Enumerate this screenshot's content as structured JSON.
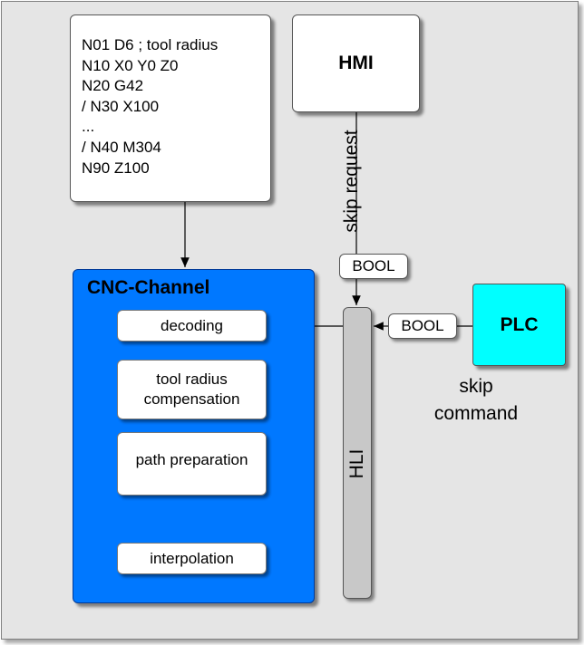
{
  "program": {
    "lines": [
      "N01 D6 ; tool radius",
      "N10 X0 Y0 Z0",
      "N20 G42",
      "/ N30 X100",
      "...",
      "/ N40 M304",
      "N90 Z100"
    ]
  },
  "hmi": {
    "label": "HMI"
  },
  "plc": {
    "label": "PLC"
  },
  "channel": {
    "title": "CNC-Channel",
    "stages": [
      {
        "label": "decoding"
      },
      {
        "label": "tool radius compensation"
      },
      {
        "label": "path preparation"
      },
      {
        "label": "interpolation"
      }
    ]
  },
  "hli": {
    "label": "HLI"
  },
  "signals": {
    "hmi_tag": "BOOL",
    "plc_tag": "BOOL",
    "skip_request": "skip request",
    "skip_command": "skip command"
  },
  "colors": {
    "background": "#e5e5e5",
    "channel": "#0078ff",
    "plc": "#00ffff",
    "hli": "#c8c8c8"
  }
}
